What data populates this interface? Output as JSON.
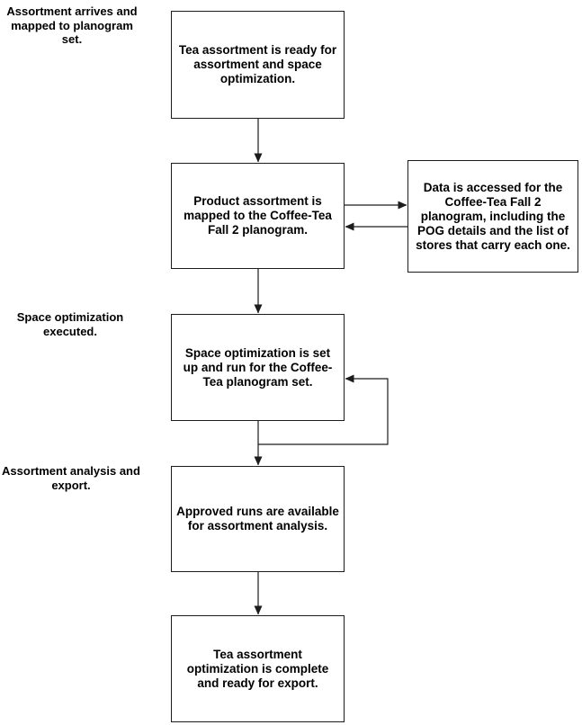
{
  "flowchart": {
    "colors": {
      "background": "#ffffff",
      "line": "#1c1c1c",
      "text": "#000000",
      "box_fill": "#ffffff"
    },
    "side_labels": [
      {
        "text": "Assortment arrives and\nmapped to planogram\nset."
      },
      {
        "text": "Space optimization\nexecuted."
      },
      {
        "text": "Assortment analysis and\nexport."
      }
    ],
    "boxes": [
      {
        "id": "step-1",
        "text": "Tea assortment is ready for\nassortment and space\noptimization."
      },
      {
        "id": "step-2",
        "text": "Product assortment is\nmapped to the Coffee-Tea\nFall 2 planogram."
      },
      {
        "id": "data-access",
        "text": "Data is accessed for the\nCoffee-Tea Fall 2\nplanogram, including the\nPOG details and the list of\nstores that carry each one."
      },
      {
        "id": "step-3",
        "text": "Space optimization is set\nup and run for the Coffee-\nTea planogram set."
      },
      {
        "id": "step-4",
        "text": "Approved runs are available\nfor assortment analysis."
      },
      {
        "id": "step-5",
        "text": "Tea assortment\noptimization is complete\nand ready for export."
      }
    ],
    "connectors": [
      {
        "from": "step-1",
        "to": "step-2",
        "type": "arrow-down"
      },
      {
        "from": "step-2",
        "to": "data-access",
        "type": "arrow-right"
      },
      {
        "from": "data-access",
        "to": "step-2",
        "type": "arrow-left"
      },
      {
        "from": "step-2",
        "to": "step-3",
        "type": "arrow-down"
      },
      {
        "from": "step-3",
        "to": "step-4",
        "type": "arrow-down"
      },
      {
        "from": "step-3",
        "to": "step-3",
        "type": "loop-back"
      },
      {
        "from": "step-4",
        "to": "step-5",
        "type": "arrow-down"
      }
    ]
  }
}
